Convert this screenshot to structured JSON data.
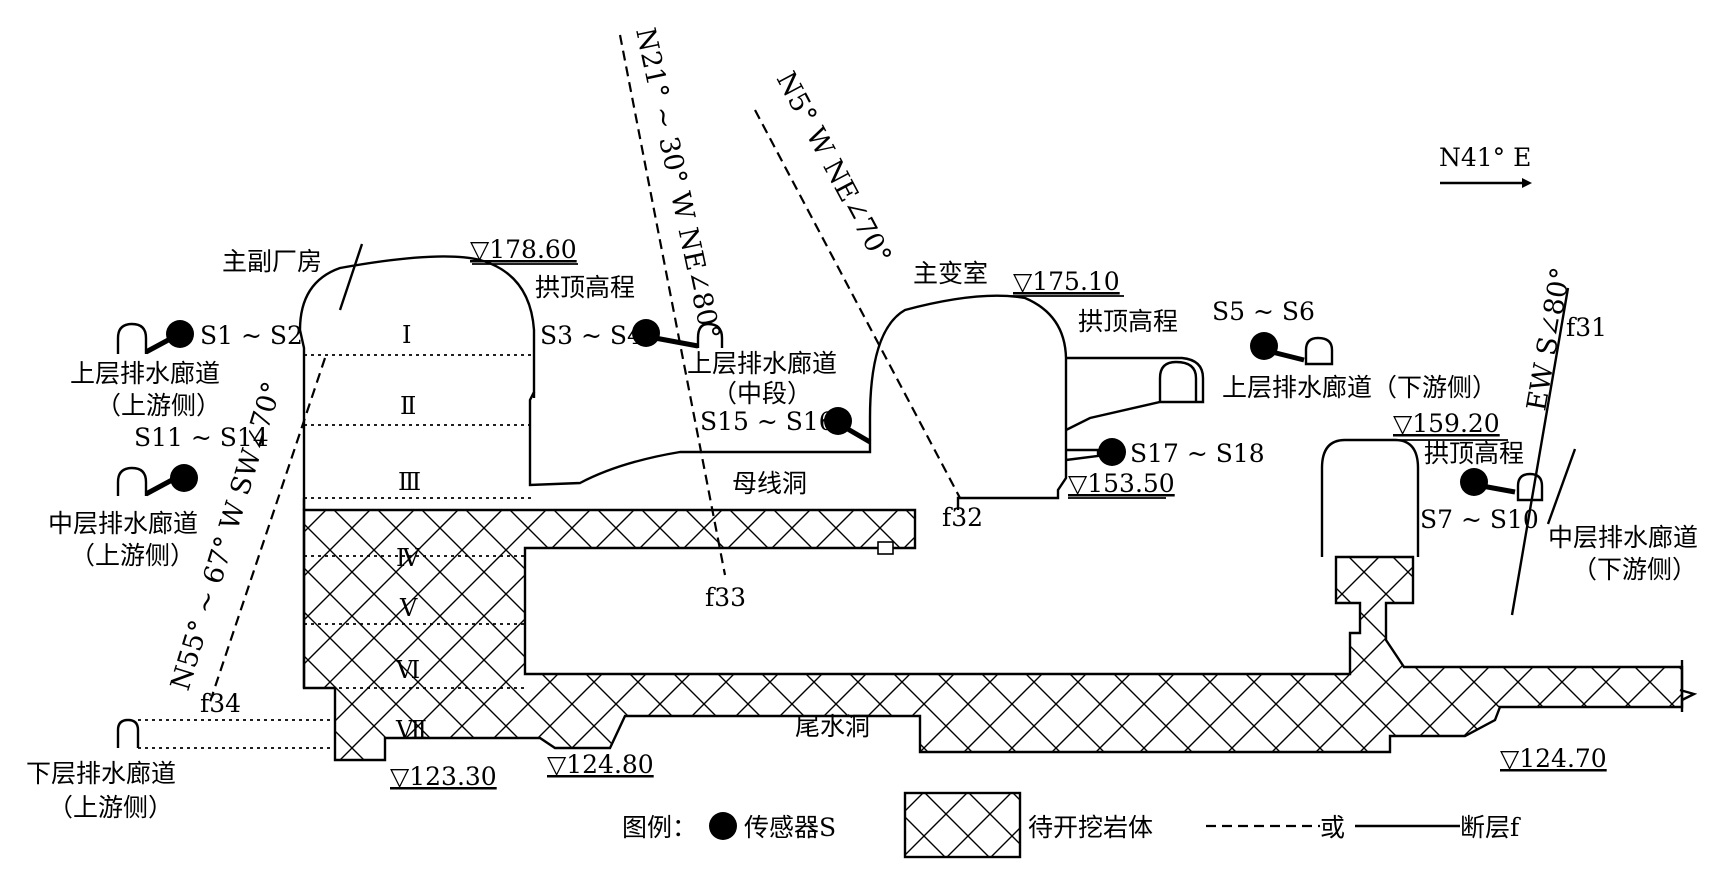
{
  "labels": {
    "main_powerhouse": "主副厂房",
    "elev_powerhouse": "▽178.60",
    "arch_crown_1": "拱顶高程",
    "main_transformer": "主变室",
    "elev_transformer": "▽175.10",
    "arch_crown_2": "拱顶高程",
    "elev_surge": "▽159.20",
    "arch_crown_3": "拱顶高程",
    "elev_busbar_floor": "▽153.50",
    "busbar_tunnel": "母线洞",
    "tailrace_tunnel": "尾水洞",
    "elev_123": "▽123.30",
    "elev_124_8": "▽124.80",
    "elev_124_7": "▽124.70",
    "direction": "N41° E",
    "sensors_s1_s2": "S1 ~ S2",
    "sensors_s3_s4": "S3 ~ S4",
    "sensors_s5_s6": "S5 ~ S6",
    "sensors_s7_s10": "S7 ~ S10",
    "sensors_s11_s14": "S11 ~ S14",
    "sensors_s15_s16": "S15 ~ S16",
    "sensors_s17_s18": "S17 ~ S18",
    "gallery_upper_up_1": "上层排水廊道",
    "gallery_upper_up_2": "（上游侧）",
    "gallery_upper_mid_1": "上层排水廊道",
    "gallery_upper_mid_2": "（中段）",
    "gallery_upper_down": "上层排水廊道（下游侧）",
    "gallery_middle_up_1": "中层排水廊道",
    "gallery_middle_up_2": "（上游侧）",
    "gallery_middle_down_1": "中层排水廊道",
    "gallery_middle_down_2": "（下游侧）",
    "gallery_lower_up_1": "下层排水廊道",
    "gallery_lower_up_2": "（上游侧）"
  },
  "faults": {
    "f31": "f31",
    "f32": "f32",
    "f33": "f33",
    "f34": "f34",
    "f33_attitude": "N21° ~ 30° W NE∠80°",
    "f32_attitude": "N5° W NE∠70°",
    "f34_attitude": "N55° ~ 67° W SW∠70°",
    "f31_attitude": "EW S∠80°"
  },
  "excavation_stages": [
    "Ⅰ",
    "Ⅱ",
    "Ⅲ",
    "Ⅳ",
    "Ⅴ",
    "Ⅵ",
    "Ⅶ"
  ],
  "legend": {
    "title": "图例：",
    "sensor": "传感器S",
    "rock": "待开挖岩体",
    "or": "或",
    "fault": "断层f"
  }
}
